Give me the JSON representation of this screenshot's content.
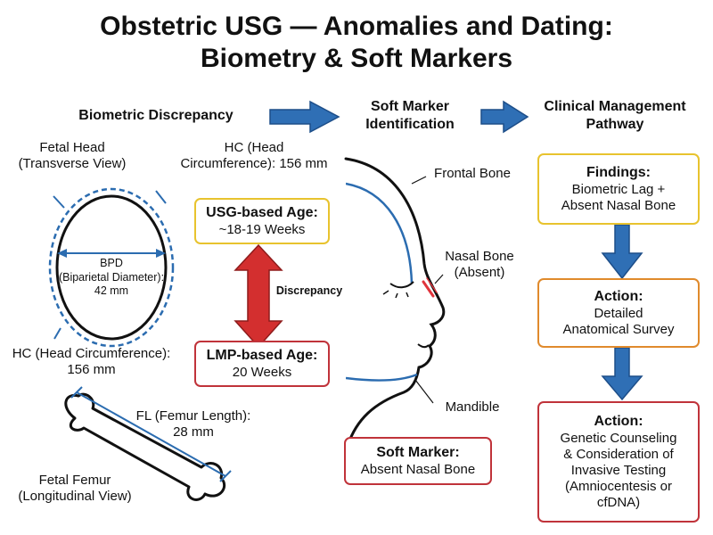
{
  "title": {
    "line1": "Obstetric USG — Anomalies and Dating:",
    "line2": "Biometry & Soft Markers"
  },
  "steps": [
    {
      "lines": [
        "Biometric Discrepancy"
      ]
    },
    {
      "lines": [
        "Soft Marker",
        "Identification"
      ]
    },
    {
      "lines": [
        "Clinical Management",
        "Pathway"
      ]
    }
  ],
  "head": {
    "view_label": [
      "Fetal Head",
      "(Transverse View)"
    ],
    "hc_top": [
      "HC (Head",
      "Circumference): 156 mm"
    ],
    "bpd": [
      "BPD",
      "(Biparietal Diameter):",
      "42 mm"
    ],
    "hc_bottom": [
      "HC (Head Circumference):",
      "156 mm"
    ]
  },
  "ages": {
    "usg": {
      "title": "USG-based Age:",
      "value": "~18-19 Weeks"
    },
    "discrepancy": "Discrepancy",
    "lmp": {
      "title": "LMP-based Age:",
      "value": "20 Weeks"
    }
  },
  "femur": {
    "fl": [
      "FL (Femur Length):",
      "28 mm"
    ],
    "view_label": [
      "Fetal Femur",
      "(Longitudinal View)"
    ]
  },
  "profile": {
    "frontal": "Frontal Bone",
    "nasal": [
      "Nasal Bone",
      "(Absent)"
    ],
    "mandible": "Mandible",
    "marker": {
      "title": "Soft Marker:",
      "value": "Absent Nasal Bone"
    }
  },
  "pathway": [
    {
      "title": "Findings:",
      "lines": [
        "Biometric Lag +",
        "Absent Nasal Bone"
      ],
      "color": "#E8C32E"
    },
    {
      "title": "Action:",
      "lines": [
        "Detailed",
        "Anatomical Survey"
      ],
      "color": "#E08A2C"
    },
    {
      "title": "Action:",
      "lines": [
        "Genetic Counseling",
        "& Consideration of",
        "Invasive Testing",
        "(Amniocentesis or",
        "cfDNA)"
      ],
      "color": "#C0333A"
    }
  ],
  "colors": {
    "accent_blue": "#2B6CB0",
    "arrow_blue": "#2F6FB5",
    "discrepancy_red": "#D32F2F",
    "yellow": "#E8C32E",
    "orange": "#E08A2C",
    "red": "#C0333A",
    "nasal_red": "#E0343C"
  }
}
